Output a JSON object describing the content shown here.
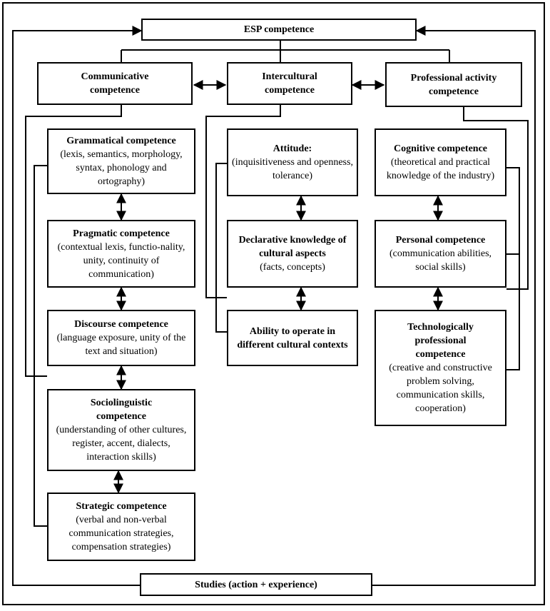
{
  "top": {
    "title": "ESP competence"
  },
  "bottom": {
    "title": "Studies (action + experience)"
  },
  "columns": {
    "communicative": {
      "title": "Communicative competence"
    },
    "intercultural": {
      "title": "Intercultural competence"
    },
    "professional": {
      "title": "Professional activity competence"
    }
  },
  "communicative_items": [
    {
      "title": "Grammatical competence",
      "desc": "(lexis, semantics, morphology, syntax, phonology and ortography)"
    },
    {
      "title": "Pragmatic competence",
      "desc": "(contextual lexis, functio-nality, unity, continuity of communication)"
    },
    {
      "title": "Discourse competence",
      "desc": "(language exposure, unity of the text and situation)"
    },
    {
      "title": "Sociolinguistic competence",
      "desc": "(understanding of other cultures, register, accent, dialects, interaction skills)"
    },
    {
      "title": "Strategic competence",
      "desc": "(verbal and non-verbal communication strategies, compensation strategies)"
    }
  ],
  "intercultural_items": [
    {
      "title": "Attitude:",
      "desc": "(inquisitiveness and openness, tolerance)"
    },
    {
      "title": "Declarative knowledge of cultural aspects",
      "desc": "(facts, concepts)"
    },
    {
      "title": "Ability to operate in different cultural contexts",
      "desc": ""
    }
  ],
  "professional_items": [
    {
      "title": "Cognitive competence",
      "desc": "(theoretical and practical knowledge of the industry)"
    },
    {
      "title": "Personal competence",
      "desc": "(communication abilities, social skills)"
    },
    {
      "title": "Technologically professional competence",
      "desc": "(creative and constructive problem solving, communication skills, cooperation)"
    }
  ]
}
